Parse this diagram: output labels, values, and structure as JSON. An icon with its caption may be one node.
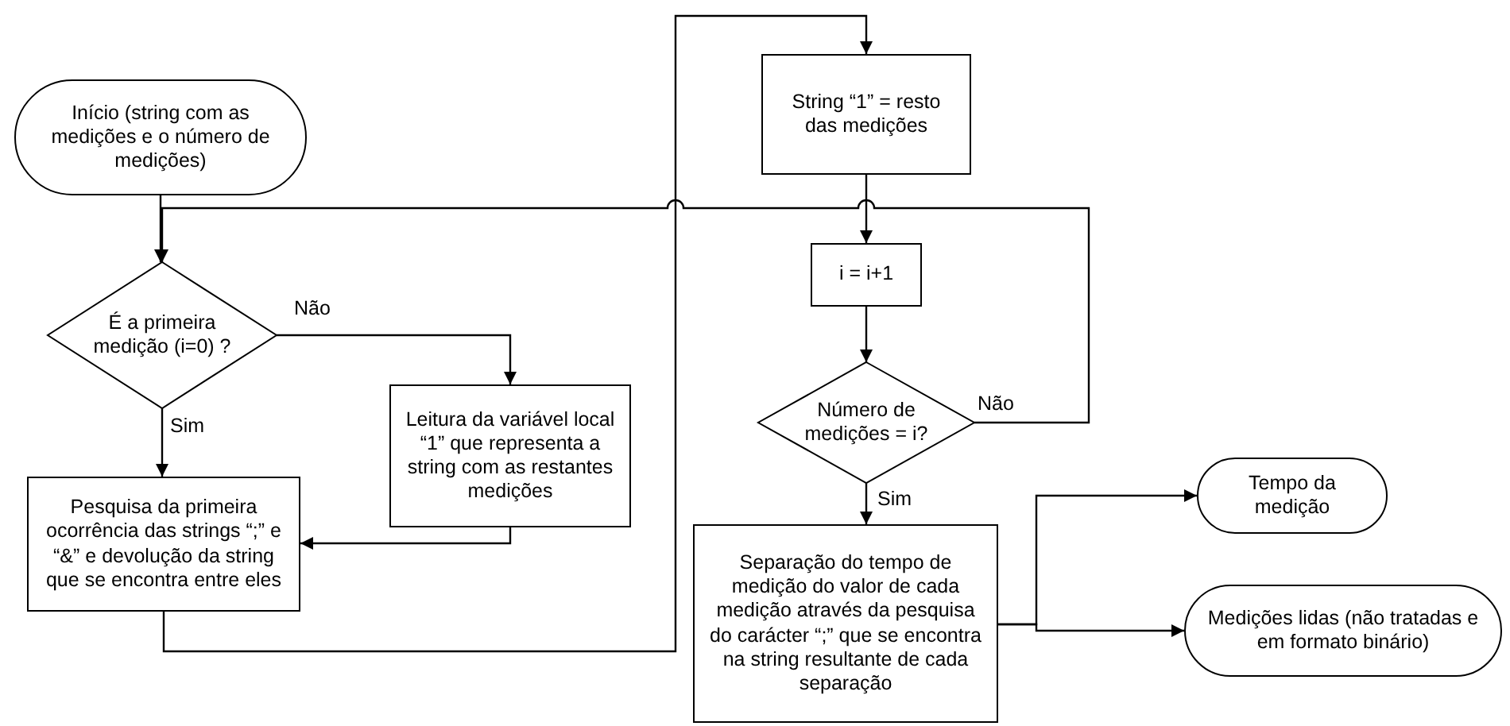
{
  "diagram": {
    "nodes": [
      {
        "text": [
          "Início (string com as medições e o número de medições)"
        ]
      },
      {
        "text": [
          "É a primeira medição (i=0) ?"
        ]
      },
      {
        "text": [
          "Leitura da variável local “1” que representa a string com as restantes medições"
        ]
      },
      {
        "text": [
          "Pesquisa da primeira ocorrência das strings “;” e “&” e devolução da string que se encontra entre eles"
        ]
      },
      {
        "text": [
          "String “1” = resto das medições"
        ]
      },
      {
        "text": [
          "i = i+1"
        ]
      },
      {
        "text": [
          "Número de medições = i?"
        ]
      },
      {
        "text": [
          "Separação do tempo de medição do valor de cada medição através da pesquisa do carácter “;” que se encontra na string resultante de cada separação"
        ]
      },
      {
        "text": [
          "Tempo da medição"
        ]
      },
      {
        "text": [
          "Medições lidas (não tratadas e em formato binário)"
        ]
      }
    ],
    "edges": [
      {
        "from": 0,
        "to": 1,
        "arrow": "to"
      },
      {
        "from": 1,
        "to": 2,
        "arrow": "to",
        "label": "Não"
      },
      {
        "from": 1,
        "to": 3,
        "arrow": "to",
        "label": "Sim"
      },
      {
        "from": 2,
        "to": 3,
        "arrow": "to"
      },
      {
        "from": 3,
        "to": 4,
        "arrow": "to"
      },
      {
        "from": 4,
        "to": 5,
        "arrow": "to"
      },
      {
        "from": 5,
        "to": 6,
        "arrow": "to"
      },
      {
        "from": 6,
        "to": 7,
        "arrow": "to",
        "label": "Sim"
      },
      {
        "from": 6,
        "to": 1,
        "arrow": "to",
        "label": "Não"
      },
      {
        "from": 7,
        "to": 8,
        "arrow": "to"
      },
      {
        "from": 7,
        "to": 9,
        "arrow": "to"
      }
    ]
  }
}
